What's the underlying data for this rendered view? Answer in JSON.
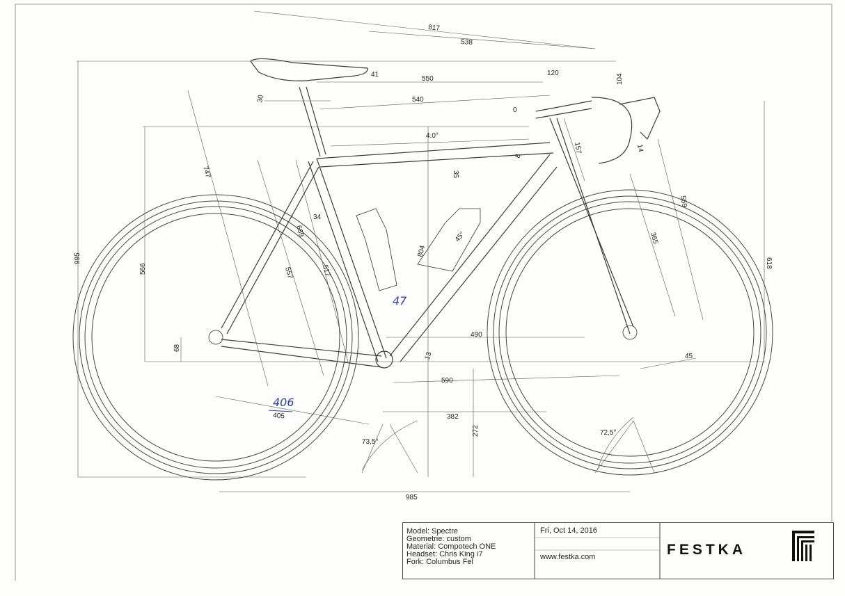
{
  "drawing": {
    "dimensions": {
      "d817": "817",
      "d538": "538",
      "d41": "41",
      "d120": "120",
      "d104": "104",
      "d550": "550",
      "d540": "540",
      "d30": "30",
      "d0": "0",
      "d40deg": "4.0°",
      "d8": "8",
      "d35": "35",
      "d157": "157",
      "d14": "14",
      "d747": "747",
      "d34": "34",
      "d669": "669",
      "d557": "557",
      "d517": "517",
      "d804": "804",
      "d45deg": "45°",
      "d559": "559",
      "d365": "365",
      "d618": "618",
      "d995": "995",
      "d566": "566",
      "d68": "68",
      "d490": "490",
      "d13": "13",
      "d590": "590",
      "d45": "45",
      "d405": "405",
      "d382": "382",
      "d272": "272",
      "d735": "73,5°",
      "d725": "72,5°",
      "d985": "985"
    },
    "handwritten": {
      "note_47": "47",
      "note_406": "406"
    }
  },
  "titleblock": {
    "specs": [
      "Model: Spectre",
      "Geometrie: custom",
      "Material: Compotech ONE",
      "Headset: Chris King i7",
      "Fork: Columbus Fel"
    ],
    "date": "Fri, Oct 14, 2016",
    "website": "www.festka.com",
    "brand": "FESTKA"
  }
}
